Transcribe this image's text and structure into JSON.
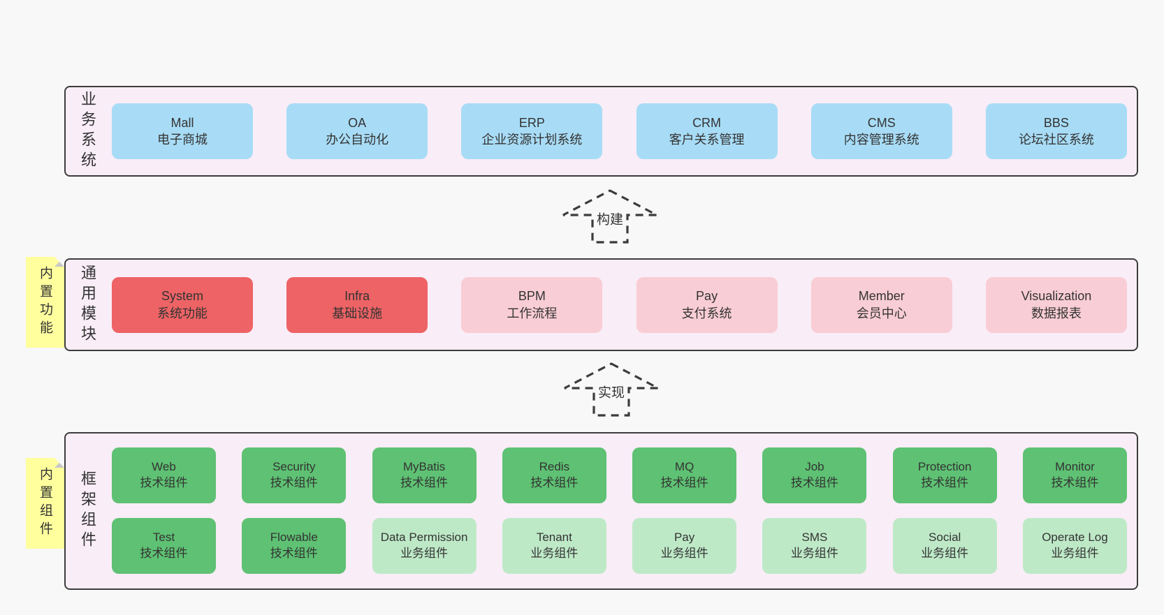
{
  "diagram_title": "yudao architecture stack diagram",
  "colors": {
    "page_bg": "#f8f8f8",
    "band_bg": "#f9edf7",
    "band_border": "#3c3c3c",
    "box_blue": "#a8dcf6",
    "box_red": "#ee6365",
    "box_pink": "#f9cdd5",
    "box_green": "#5ec173",
    "box_green_light": "#bee9c7",
    "sticky_bg": "#ffff9e",
    "sticky_fold": "#c8c8c8",
    "text": "#333333"
  },
  "arrows": [
    {
      "label": "构建"
    },
    {
      "label": "实现"
    }
  ],
  "bands": [
    {
      "id": "business-systems",
      "label": "业务系统",
      "sticky": null,
      "boxes": [
        {
          "title": "Mall",
          "subtitle": "电子商城",
          "variant": "blue"
        },
        {
          "title": "OA",
          "subtitle": "办公自动化",
          "variant": "blue"
        },
        {
          "title": "ERP",
          "subtitle": "企业资源计划系统",
          "variant": "blue"
        },
        {
          "title": "CRM",
          "subtitle": "客户关系管理",
          "variant": "blue"
        },
        {
          "title": "CMS",
          "subtitle": "内容管理系统",
          "variant": "blue"
        },
        {
          "title": "BBS",
          "subtitle": "论坛社区系统",
          "variant": "blue"
        }
      ]
    },
    {
      "id": "common-modules",
      "label": "通用模块",
      "sticky": "内置功能",
      "boxes": [
        {
          "title": "System",
          "subtitle": "系统功能",
          "variant": "red"
        },
        {
          "title": "Infra",
          "subtitle": "基础设施",
          "variant": "red"
        },
        {
          "title": "BPM",
          "subtitle": "工作流程",
          "variant": "pink"
        },
        {
          "title": "Pay",
          "subtitle": "支付系统",
          "variant": "pink"
        },
        {
          "title": "Member",
          "subtitle": "会员中心",
          "variant": "pink"
        },
        {
          "title": "Visualization",
          "subtitle": "数据报表",
          "variant": "pink"
        }
      ]
    },
    {
      "id": "framework-components",
      "label": "框架组件",
      "sticky": "内置组件",
      "rows": [
        [
          {
            "title": "Web",
            "subtitle": "技术组件",
            "variant": "green"
          },
          {
            "title": "Security",
            "subtitle": "技术组件",
            "variant": "green"
          },
          {
            "title": "MyBatis",
            "subtitle": "技术组件",
            "variant": "green"
          },
          {
            "title": "Redis",
            "subtitle": "技术组件",
            "variant": "green"
          },
          {
            "title": "MQ",
            "subtitle": "技术组件",
            "variant": "green"
          },
          {
            "title": "Job",
            "subtitle": "技术组件",
            "variant": "green"
          },
          {
            "title": "Protection",
            "subtitle": "技术组件",
            "variant": "green"
          },
          {
            "title": "Monitor",
            "subtitle": "技术组件",
            "variant": "green"
          }
        ],
        [
          {
            "title": "Test",
            "subtitle": "技术组件",
            "variant": "green"
          },
          {
            "title": "Flowable",
            "subtitle": "技术组件",
            "variant": "green"
          },
          {
            "title": "Data Permission",
            "subtitle": "业务组件",
            "variant": "green-light"
          },
          {
            "title": "Tenant",
            "subtitle": "业务组件",
            "variant": "green-light"
          },
          {
            "title": "Pay",
            "subtitle": "业务组件",
            "variant": "green-light"
          },
          {
            "title": "SMS",
            "subtitle": "业务组件",
            "variant": "green-light"
          },
          {
            "title": "Social",
            "subtitle": "业务组件",
            "variant": "green-light"
          },
          {
            "title": "Operate Log",
            "subtitle": "业务组件",
            "variant": "green-light"
          }
        ]
      ]
    }
  ]
}
